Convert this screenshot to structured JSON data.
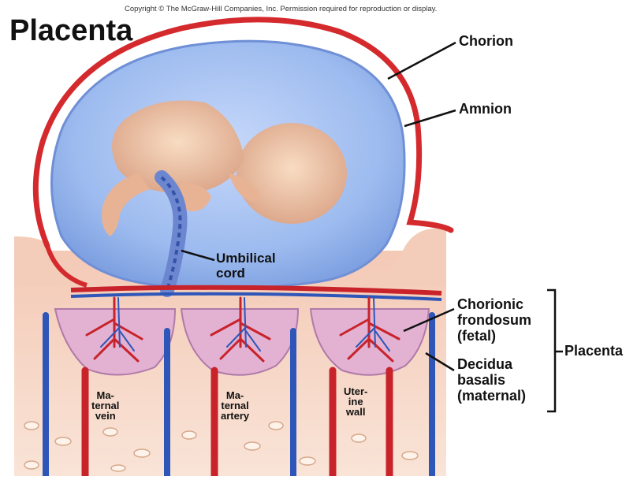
{
  "copyright": "Copyright © The McGraw-Hill Companies, Inc. Permission required for reproduction or display.",
  "title": "Placenta",
  "labels": {
    "chorion": "Chorion",
    "amnion": "Amnion",
    "umbilical_cord": "Umbilical\ncord",
    "chorionic_frondosum": "Chorionic\nfrondosum\n(fetal)",
    "placenta": "Placenta",
    "decidua_basalis": "Decidua\nbasalis\n(maternal)",
    "maternal_vein": "Ma-\nternal\nvein",
    "maternal_artery": "Ma-\nternal\nartery",
    "uterine_wall": "Uter-\nine\nwall"
  },
  "colors": {
    "chorion_red": "#d42a2e",
    "amnion_blue": "#8fb0ec",
    "amniotic_fill": "#a9c4f3",
    "uterine_tissue": "#f7d9c8",
    "artery_red": "#c8232b",
    "vein_blue": "#2e56b8",
    "fetus_skin": "#f1c7a8"
  }
}
